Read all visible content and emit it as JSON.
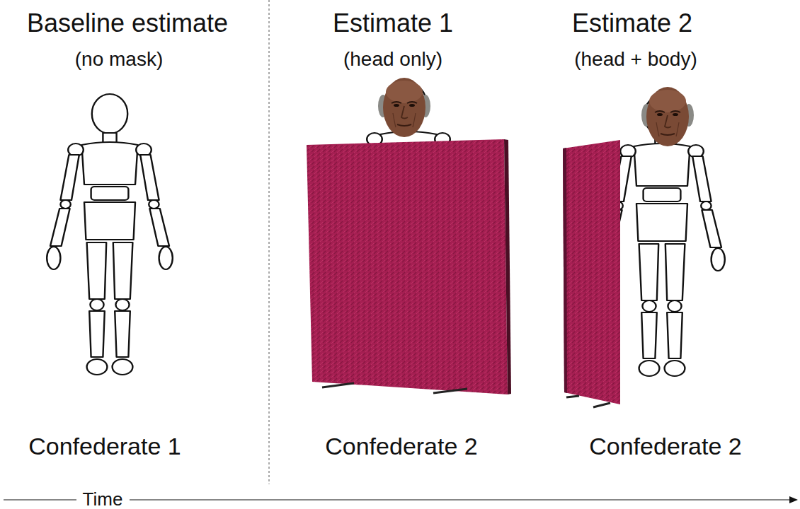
{
  "diagram": {
    "labels": [
      "Baseline estimate",
      "(no mask)",
      "Estimate 1",
      "(head only)",
      "Estimate 2",
      "(head + body)",
      "Confederate 1",
      "Confederate 2",
      "Confederate 2",
      "Time"
    ]
  }
}
